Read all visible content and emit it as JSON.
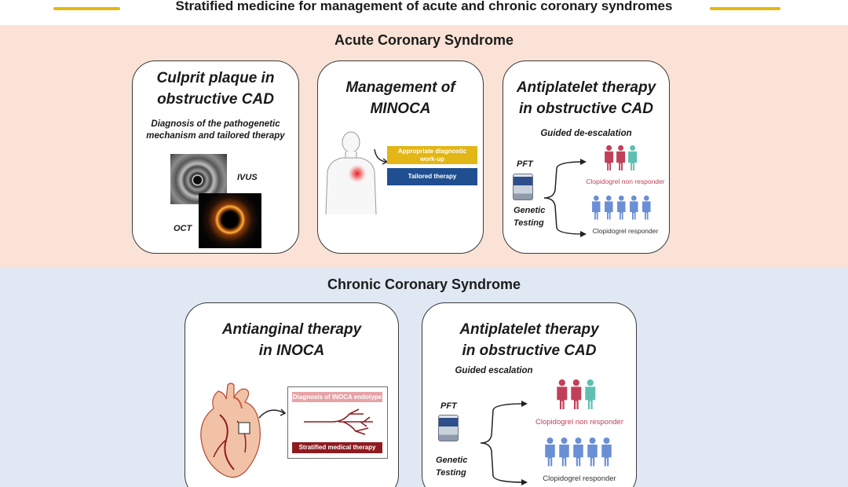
{
  "title": "Stratified medicine for management of acute and chronic coronary syndromes",
  "colors": {
    "accent_line": "#e6b80f",
    "acs_background": "#fae3d6",
    "ccs_background": "#dfe8f3",
    "non_responder": "#c0405a",
    "non_responder_alt": "#5fbfb3",
    "responder": "#6b8fd4"
  },
  "acs": {
    "heading": "Acute Coronary Syndrome",
    "card1": {
      "title_line1": "Culprit plaque in",
      "title_line2": "obstructive CAD",
      "subtitle_line1": "Diagnosis of the pathogenetic",
      "subtitle_line2": "mechanism and tailored therapy",
      "ivus_label": "IVUS",
      "oct_label": "OCT"
    },
    "card2": {
      "title_line1": "Management of",
      "title_line2": "MINOCA",
      "box1_line1": "Appropriate diagnostic",
      "box1_line2": "work-up",
      "box2": "Tailored therapy"
    },
    "card3": {
      "title_line1": "Antiplatelet therapy",
      "title_line2": "in obstructive CAD",
      "subtitle": "Guided de-escalation",
      "pft": "PFT",
      "genetic_line1": "Genetic",
      "genetic_line2": "Testing",
      "non_responder": "Clopidogrel non responder",
      "responder": "Clopidogrel responder"
    }
  },
  "ccs": {
    "heading": "Chronic Coronary Syndrome",
    "card1": {
      "title_line1": "Antianginal therapy",
      "title_line2": "in INOCA",
      "box1": "Diagnosis of INOCA endotype",
      "box2": "Stratified medical therapy"
    },
    "card2": {
      "title_line1": "Antiplatelet therapy",
      "title_line2": "in obstructive CAD",
      "subtitle": "Guided escalation",
      "pft": "PFT",
      "genetic_line1": "Genetic",
      "genetic_line2": "Testing",
      "non_responder": "Clopidogrel non responder",
      "responder": "Clopidogrel responder"
    }
  }
}
